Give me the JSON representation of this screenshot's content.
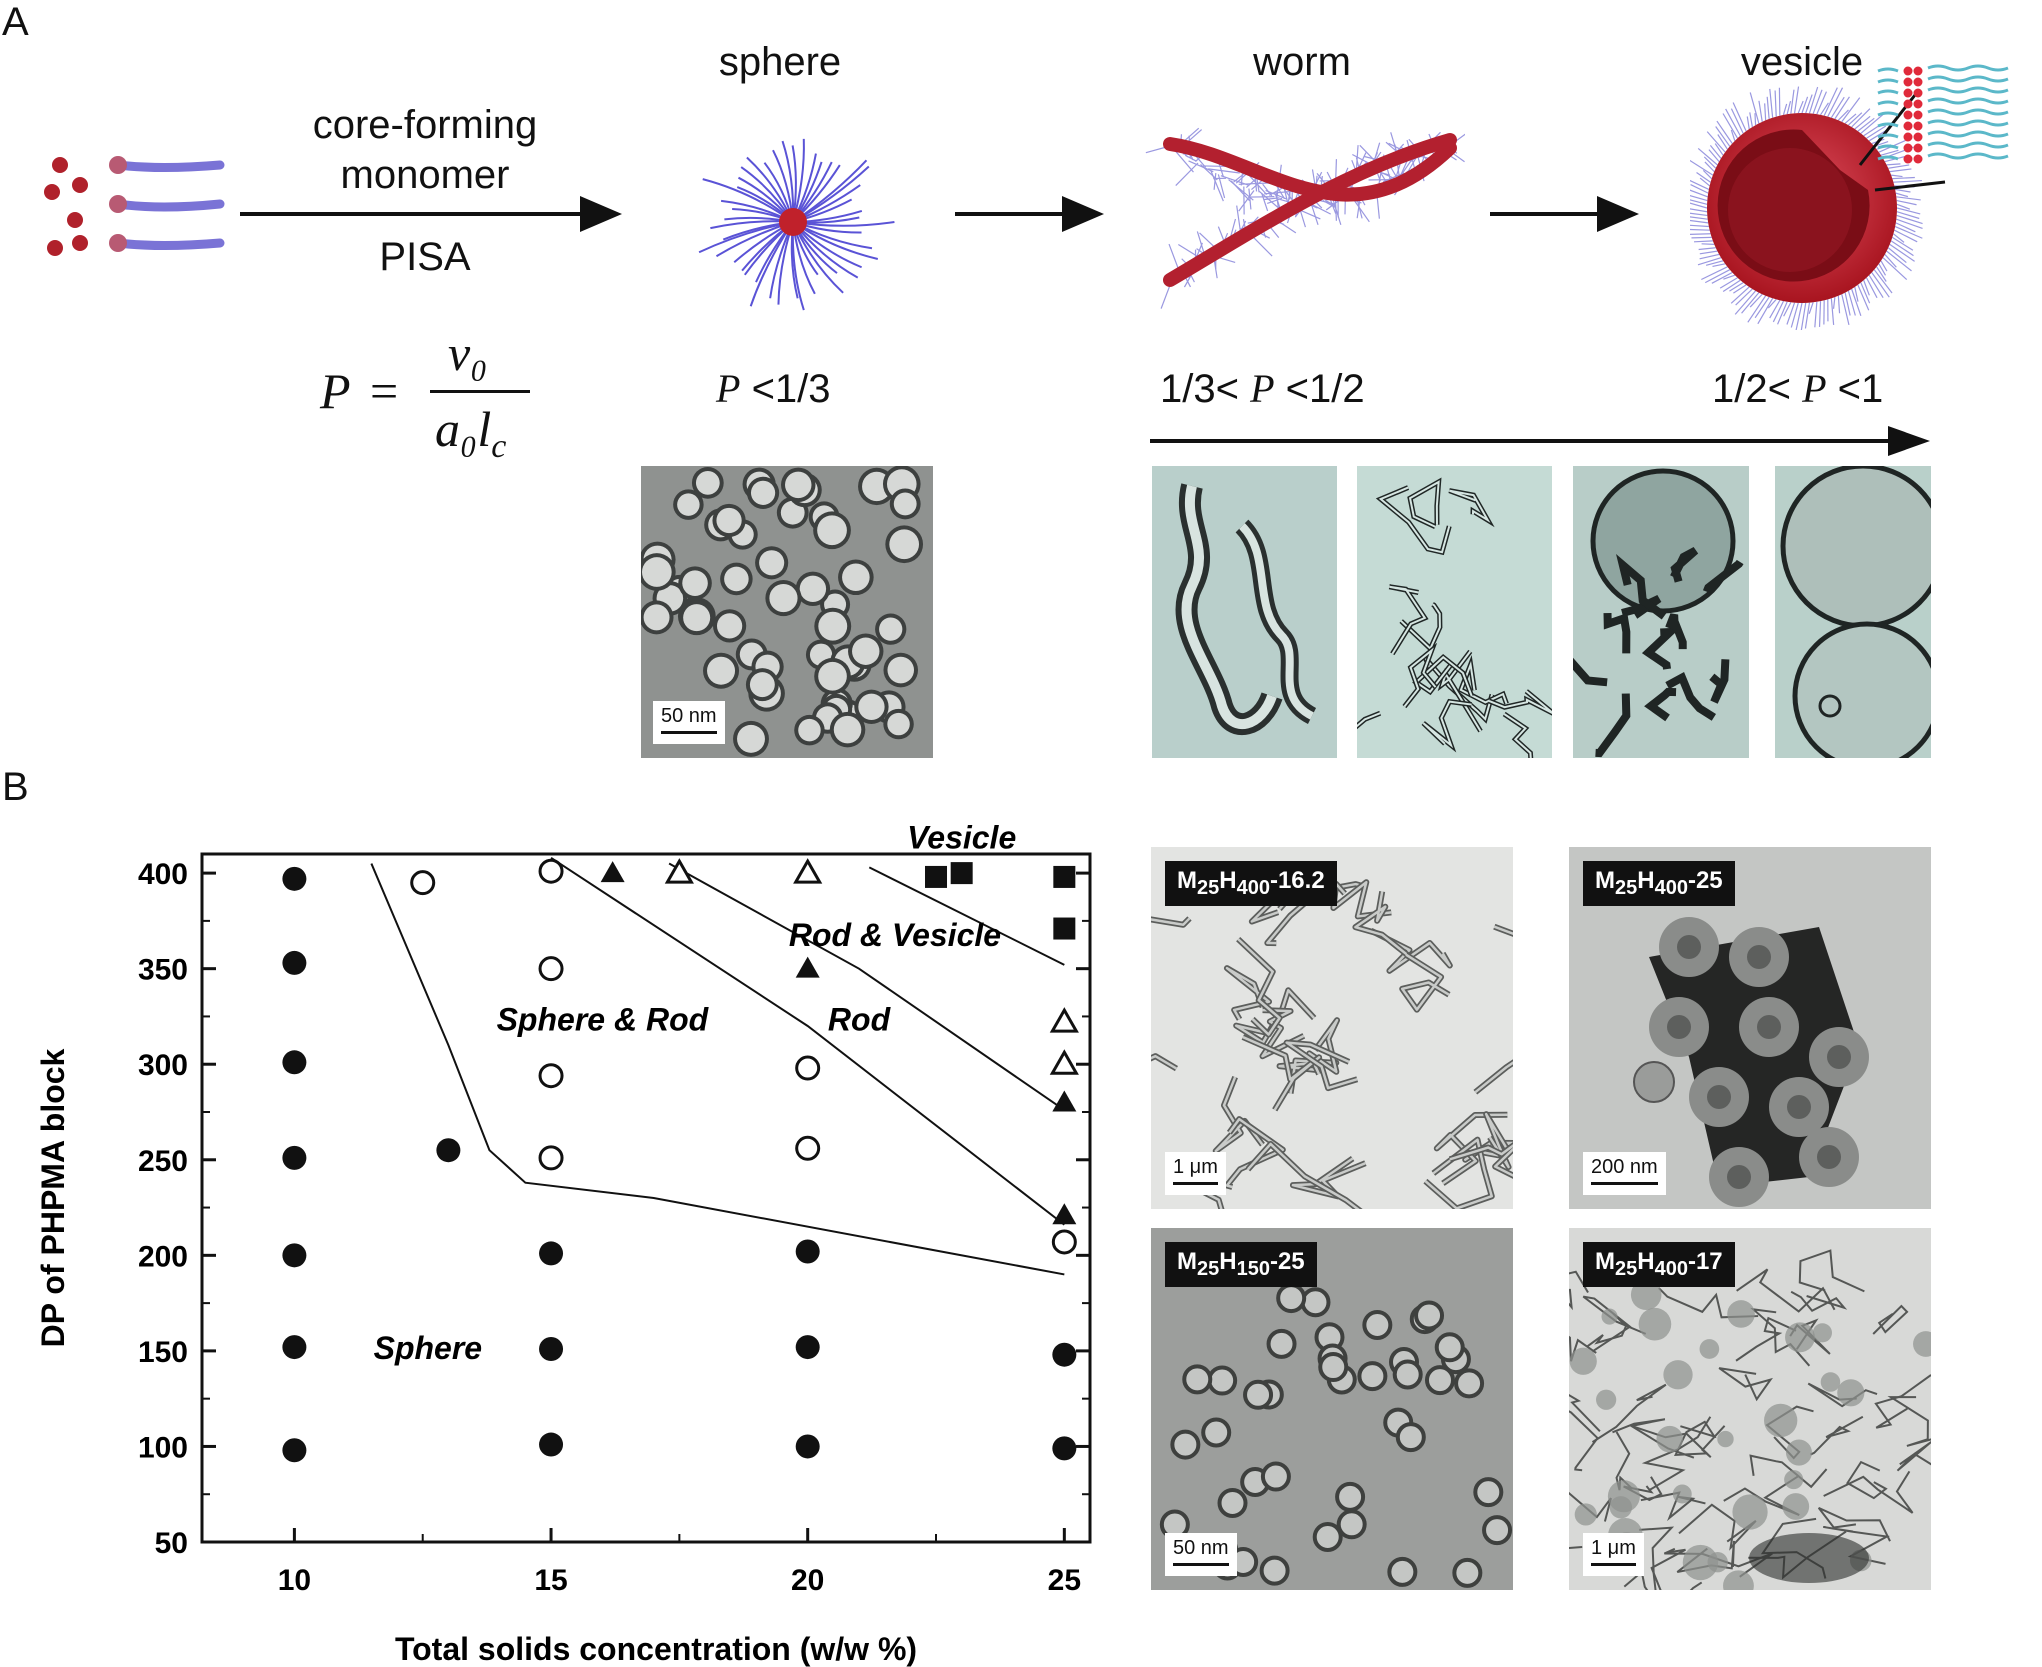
{
  "panel_a": {
    "letter": "A",
    "step": {
      "line1": "core-forming",
      "line2": "monomer",
      "line3": "PISA"
    },
    "formula": {
      "lhs": "P",
      "eq": "=",
      "num": "v₀",
      "den": "a₀l",
      "den_sub": "c"
    },
    "morphologies": [
      {
        "name": "sphere",
        "condition_var": "P",
        "condition_rest": "<1/3"
      },
      {
        "name": "worm",
        "condition_pre": "1/3< ",
        "condition_var": "P",
        "condition_rest": "<1/2"
      },
      {
        "name": "vesicle",
        "condition_pre": "1/2< ",
        "condition_var": "P",
        "condition_rest": "<1"
      }
    ],
    "tem_sphere_scale": "50 nm"
  },
  "panel_b": {
    "letter": "B",
    "micrographs": [
      {
        "label_prefix": "M",
        "sub1": "25",
        "label_mid": "H",
        "sub2": "400",
        "label_suffix": "-16.2",
        "scale": "1 μm"
      },
      {
        "label_prefix": "M",
        "sub1": "25",
        "label_mid": "H",
        "sub2": "400",
        "label_suffix": "-25",
        "scale": "200 nm"
      },
      {
        "label_prefix": "M",
        "sub1": "25",
        "label_mid": "H",
        "sub2": "150",
        "label_suffix": "-25",
        "scale": "50 nm"
      },
      {
        "label_prefix": "M",
        "sub1": "25",
        "label_mid": "H",
        "sub2": "400",
        "label_suffix": "-17",
        "scale": "1 μm"
      }
    ]
  },
  "chart_data": {
    "type": "scatter",
    "xlabel": "Total solids concentration (w/w %)",
    "ylabel": "DP of PHPMA block",
    "xlim": [
      8.2,
      25.5
    ],
    "ylim": [
      50,
      410
    ],
    "xticks": [
      10,
      15,
      20,
      25
    ],
    "yticks": [
      50,
      100,
      150,
      200,
      250,
      300,
      350,
      400
    ],
    "region_labels": [
      {
        "text": "Vesicle",
        "x": 23.0,
        "y": 418
      },
      {
        "text": "Rod & Vesicle",
        "x": 21.7,
        "y": 367
      },
      {
        "text": "Rod",
        "x": 21.0,
        "y": 323
      },
      {
        "text": "Sphere & Rod",
        "x": 16.0,
        "y": 323
      },
      {
        "text": "Sphere",
        "x": 12.6,
        "y": 151
      }
    ],
    "series": [
      {
        "marker": "filled-circle",
        "points": [
          [
            10,
            397
          ],
          [
            10,
            353
          ],
          [
            10,
            301
          ],
          [
            10,
            251
          ],
          [
            10,
            200
          ],
          [
            10,
            152
          ],
          [
            10,
            98
          ],
          [
            13.0,
            255
          ],
          [
            15,
            201
          ],
          [
            15,
            151
          ],
          [
            15,
            101
          ],
          [
            20,
            202
          ],
          [
            20,
            152
          ],
          [
            20,
            100
          ],
          [
            25,
            148
          ],
          [
            25,
            99
          ]
        ]
      },
      {
        "marker": "open-circle",
        "points": [
          [
            12.5,
            395
          ],
          [
            15,
            401
          ],
          [
            15,
            350
          ],
          [
            15,
            294
          ],
          [
            15,
            251
          ],
          [
            20,
            298
          ],
          [
            20,
            256
          ],
          [
            25,
            207
          ]
        ]
      },
      {
        "marker": "filled-triangle",
        "points": [
          [
            16.2,
            400
          ],
          [
            20,
            350
          ],
          [
            25,
            280
          ],
          [
            25,
            221
          ]
        ]
      },
      {
        "marker": "open-triangle",
        "points": [
          [
            17.5,
            400
          ],
          [
            20,
            400
          ],
          [
            25,
            322
          ],
          [
            25,
            300
          ]
        ]
      },
      {
        "marker": "filled-square",
        "points": [
          [
            22.5,
            398
          ],
          [
            23.0,
            400
          ],
          [
            25,
            398
          ],
          [
            25,
            371
          ]
        ]
      }
    ],
    "boundaries": [
      [
        [
          11.5,
          405
        ],
        [
          13.0,
          310
        ],
        [
          13.8,
          255
        ],
        [
          14.5,
          238
        ],
        [
          17,
          230
        ],
        [
          25,
          190
        ]
      ],
      [
        [
          15.0,
          408
        ],
        [
          20,
          320
        ],
        [
          25,
          216
        ]
      ],
      [
        [
          17.3,
          405
        ],
        [
          21,
          350
        ],
        [
          25,
          276
        ]
      ],
      [
        [
          21.2,
          403
        ],
        [
          25,
          352
        ]
      ]
    ]
  }
}
